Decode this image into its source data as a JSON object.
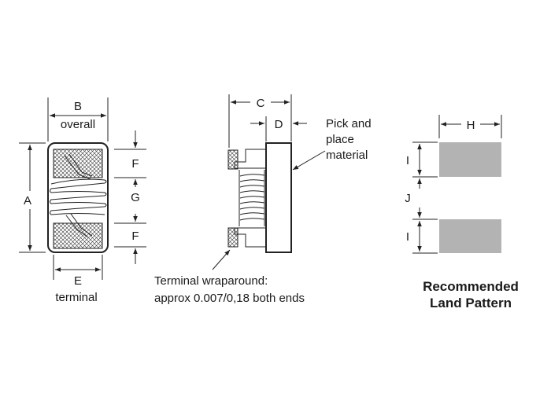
{
  "dimension_labels": {
    "a": "A",
    "b": "B",
    "b_sub": "overall",
    "c": "C",
    "d": "D",
    "e": "E",
    "e_sub": "terminal",
    "f_top": "F",
    "f_bottom": "F",
    "g": "G",
    "h": "H",
    "i_top": "I",
    "i_bottom": "I",
    "j": "J"
  },
  "callouts": {
    "pick_place_line1": "Pick and",
    "pick_place_line2": "place",
    "pick_place_line3": "material",
    "terminal_line1": "Terminal wraparound:",
    "terminal_line2": "approx 0.007/0,18 both ends"
  },
  "land_pattern": {
    "title_line1": "Recommended",
    "title_line2": "Land Pattern",
    "pad_color": "#b3b3b3"
  }
}
